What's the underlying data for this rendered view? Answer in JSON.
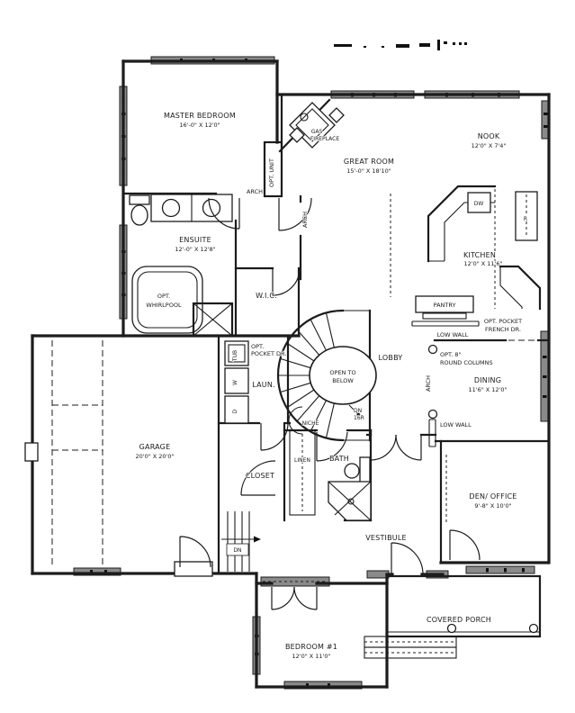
{
  "colors": {
    "background": "#ffffff",
    "ink": "#1c1c1c",
    "window_fill": "#8a8a8a"
  },
  "rooms": {
    "master": {
      "label": "MASTER BEDROOM",
      "dims": "16'-0\" X 12'0\""
    },
    "great_room": {
      "label": "GREAT ROOM",
      "dims": "15'-0\" X 18'10\""
    },
    "nook": {
      "label": "NOOK",
      "dims": "12'0\" X 7'4\""
    },
    "kitchen": {
      "label": "KITCHEN",
      "dims": "12'0\" X 11'6\""
    },
    "ensuite": {
      "label": "ENSUITE",
      "dims": "12'-0\" X 12'8\""
    },
    "wic": {
      "label": "W.I.C."
    },
    "laundry": {
      "label": "LAUN."
    },
    "lobby": {
      "label": "LOBBY"
    },
    "dining": {
      "label": "DINING",
      "dims": "11'6\" X 12'0\""
    },
    "garage": {
      "label": "GARAGE",
      "dims": "20'0\" X 20'0\""
    },
    "closet": {
      "label": "CLOSET"
    },
    "linen": {
      "label": "LINEN"
    },
    "bath": {
      "label": "BATH"
    },
    "vestibule": {
      "label": "VESTIBULE"
    },
    "den_office": {
      "label": "DEN/ OFFICE",
      "dims": "9'-8\" X 10'0\""
    },
    "bedroom1": {
      "label": "BEDROOM #1",
      "dims": "12'0\" X 11'0\""
    },
    "covered_porch": {
      "label": "COVERED PORCH"
    },
    "pantry": {
      "label": "PANTRY"
    },
    "niche": {
      "label": "NICHE"
    }
  },
  "annotations": {
    "arch": "ARCH",
    "opt_unit": "OPT. UNIT",
    "gas_fireplace_line1": "GAS",
    "gas_fireplace_line2": "FIREPLACE",
    "open_to_below_line1": "OPEN TO",
    "open_to_below_line2": "BELOW",
    "stair_dn": "DN",
    "stair_riser_count": "16R",
    "garage_dn": "DN",
    "low_wall": "LOW WALL",
    "opt_columns_line1": "OPT. 8\"",
    "opt_columns_line2": "ROUND COLUMNS",
    "opt_pocket_french_line1": "OPT. POCKET",
    "opt_pocket_french_line2": "FRENCH DR.",
    "opt_pocket_dr_line1": "OPT.",
    "opt_pocket_dr_line2": "POCKET DR.",
    "opt_whirlpool_line1": "OPT.",
    "opt_whirlpool_line2": "WHIRLPOOL",
    "tub": "TUB",
    "washer": "W",
    "dryer": "D",
    "dishwasher": "DW",
    "fridge": "R"
  }
}
